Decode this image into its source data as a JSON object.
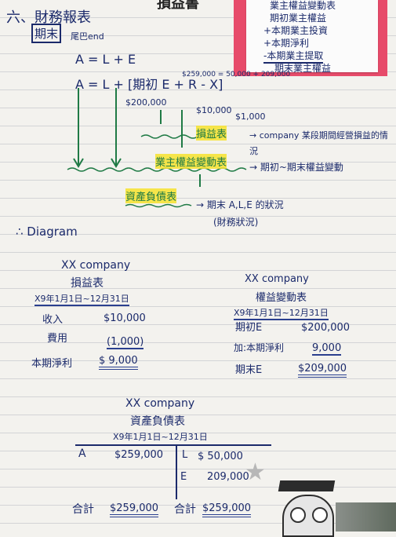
{
  "header": {
    "section_title": "六、財務報表",
    "period_end_label": "期末",
    "period_end_note": "尾巴end",
    "top_fragment": "損益書"
  },
  "sticky_note": {
    "lines": [
      "業主權益變動表",
      "期初業主權益",
      "+本期業主投資",
      "+本期淨利",
      "-本期業主提取",
      "期末業主權益"
    ]
  },
  "equations": {
    "eq1": "A = L + E",
    "eq2_prefix": "A = L + [",
    "eq2_bracket": "期初 E + R - X",
    "eq2_suffix": "]",
    "num_200": "$200,000",
    "num_10000": "$10,000",
    "num_1000": "$1,000",
    "num_259": "$259,000 = 50,000 + 209,000"
  },
  "arrows": {
    "income_label": "損益表",
    "income_desc": "company 某段期間經營損益的情況",
    "equity_label": "業主權益變動表",
    "equity_desc": "期初~期末權益變動",
    "balance_label": "資產負債表",
    "balance_desc_1": "期末 A,L,E 的狀況",
    "balance_desc_2": "(財務狀況)"
  },
  "diagram_title": "∴ Diagram",
  "income_statement": {
    "company": "XX company",
    "title": "損益表",
    "period": "X9年1月1日~12月31日",
    "rows": [
      {
        "label": "收入",
        "value": "$10,000"
      },
      {
        "label": "費用",
        "value": "(1,000)"
      },
      {
        "label": "本期淨利",
        "value": "$ 9,000"
      }
    ]
  },
  "equity_statement": {
    "company": "XX company",
    "title": "權益變動表",
    "period": "X9年1月1日~12月31日",
    "rows": [
      {
        "label": "期初E",
        "value": "$200,000"
      },
      {
        "label": "加:本期淨利",
        "value": "9,000"
      },
      {
        "label": "期末E",
        "value": "$209,000"
      }
    ]
  },
  "balance_sheet": {
    "company": "XX company",
    "title": "資產負債表",
    "period": "X9年1月1日~12月31日",
    "asset_label": "A",
    "asset_value": "$259,000",
    "liab_label": "L",
    "liab_value": "$ 50,000",
    "equity_label": "E",
    "equity_value": "209,000",
    "total_label_left": "合計",
    "total_left": "$259,000",
    "total_label_right": "合計",
    "total_right": "$259,000"
  },
  "colors": {
    "ink": "#1b2a6b",
    "green": "#1f7a45",
    "highlight": "#f6e32d",
    "pink": "#e74b6a"
  }
}
